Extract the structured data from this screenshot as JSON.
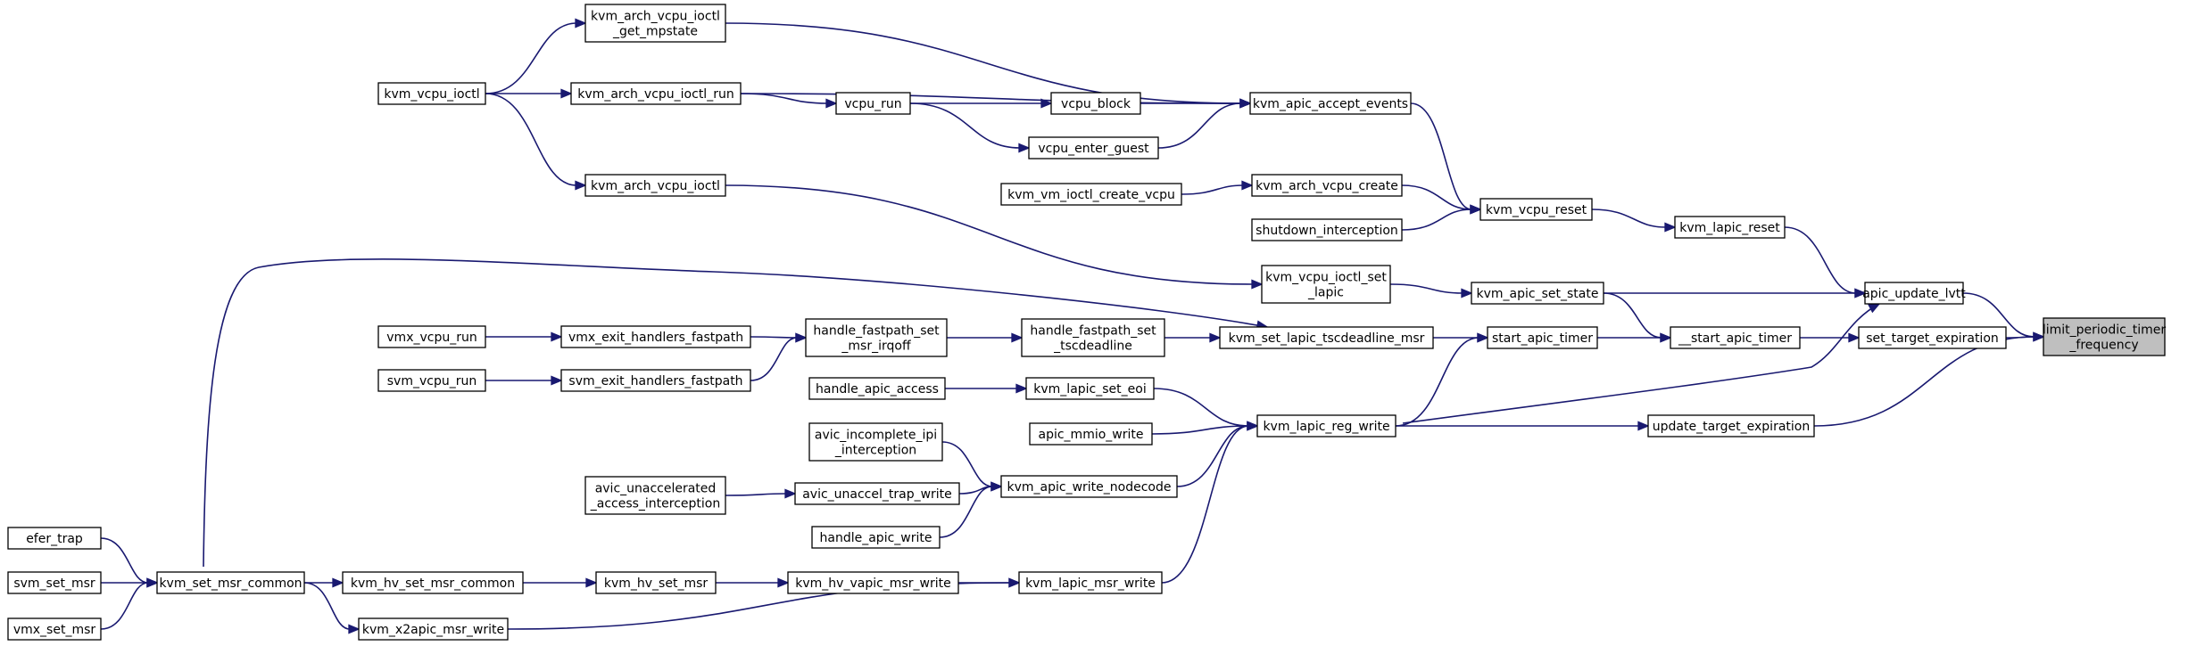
{
  "graph": {
    "root": "limit_periodic_timer_frequency",
    "colors": {
      "edge": "#191970",
      "node_border": "#000000",
      "root_fill": "#bfbfbf",
      "node_fill": "#ffffff"
    },
    "nodes": [
      {
        "id": "limit_periodic_timer_frequency",
        "lines": [
          "limit_periodic_timer",
          "_frequency"
        ],
        "root": true
      },
      {
        "id": "apic_update_lvtt",
        "lines": [
          "apic_update_lvtt"
        ]
      },
      {
        "id": "set_target_expiration",
        "lines": [
          "set_target_expiration"
        ]
      },
      {
        "id": "update_target_expiration",
        "lines": [
          "update_target_expiration"
        ]
      },
      {
        "id": "kvm_lapic_reset",
        "lines": [
          "kvm_lapic_reset"
        ]
      },
      {
        "id": "__start_apic_timer",
        "lines": [
          "__start_apic_timer"
        ]
      },
      {
        "id": "kvm_vcpu_reset",
        "lines": [
          "kvm_vcpu_reset"
        ]
      },
      {
        "id": "kvm_apic_set_state",
        "lines": [
          "kvm_apic_set_state"
        ]
      },
      {
        "id": "start_apic_timer",
        "lines": [
          "start_apic_timer"
        ]
      },
      {
        "id": "kvm_apic_accept_events",
        "lines": [
          "kvm_apic_accept_events"
        ]
      },
      {
        "id": "kvm_arch_vcpu_create",
        "lines": [
          "kvm_arch_vcpu_create"
        ]
      },
      {
        "id": "shutdown_interception",
        "lines": [
          "shutdown_interception"
        ]
      },
      {
        "id": "kvm_vcpu_ioctl_set_lapic",
        "lines": [
          "kvm_vcpu_ioctl_set",
          "_lapic"
        ]
      },
      {
        "id": "kvm_set_lapic_tscdeadline_msr",
        "lines": [
          "kvm_set_lapic_tscdeadline_msr"
        ]
      },
      {
        "id": "kvm_lapic_reg_write",
        "lines": [
          "kvm_lapic_reg_write"
        ]
      },
      {
        "id": "kvm_arch_vcpu_ioctl_get_mpstate",
        "lines": [
          "kvm_arch_vcpu_ioctl",
          "_get_mpstate"
        ]
      },
      {
        "id": "kvm_arch_vcpu_ioctl_run",
        "lines": [
          "kvm_arch_vcpu_ioctl_run"
        ]
      },
      {
        "id": "vcpu_block",
        "lines": [
          "vcpu_block"
        ]
      },
      {
        "id": "vcpu_enter_guest",
        "lines": [
          "vcpu_enter_guest"
        ]
      },
      {
        "id": "vcpu_run",
        "lines": [
          "vcpu_run"
        ]
      },
      {
        "id": "kvm_vcpu_ioctl",
        "lines": [
          "kvm_vcpu_ioctl"
        ]
      },
      {
        "id": "kvm_vm_ioctl_create_vcpu",
        "lines": [
          "kvm_vm_ioctl_create_vcpu"
        ]
      },
      {
        "id": "kvm_arch_vcpu_ioctl",
        "lines": [
          "kvm_arch_vcpu_ioctl"
        ]
      },
      {
        "id": "handle_fastpath_set_tscdeadline",
        "lines": [
          "handle_fastpath_set",
          "_tscdeadline"
        ]
      },
      {
        "id": "handle_fastpath_set_msr_irqoff",
        "lines": [
          "handle_fastpath_set",
          "_msr_irqoff"
        ]
      },
      {
        "id": "vmx_exit_handlers_fastpath",
        "lines": [
          "vmx_exit_handlers_fastpath"
        ]
      },
      {
        "id": "svm_exit_handlers_fastpath",
        "lines": [
          "svm_exit_handlers_fastpath"
        ]
      },
      {
        "id": "vmx_vcpu_run",
        "lines": [
          "vmx_vcpu_run"
        ]
      },
      {
        "id": "svm_vcpu_run",
        "lines": [
          "svm_vcpu_run"
        ]
      },
      {
        "id": "kvm_lapic_set_eoi",
        "lines": [
          "kvm_lapic_set_eoi"
        ]
      },
      {
        "id": "handle_apic_access",
        "lines": [
          "handle_apic_access"
        ]
      },
      {
        "id": "apic_mmio_write",
        "lines": [
          "apic_mmio_write"
        ]
      },
      {
        "id": "kvm_apic_write_nodecode",
        "lines": [
          "kvm_apic_write_nodecode"
        ]
      },
      {
        "id": "avic_incomplete_ipi_interception",
        "lines": [
          "avic_incomplete_ipi",
          "_interception"
        ]
      },
      {
        "id": "avic_unaccel_trap_write",
        "lines": [
          "avic_unaccel_trap_write"
        ]
      },
      {
        "id": "avic_unaccelerated_access_interception",
        "lines": [
          "avic_unaccelerated",
          "_access_interception"
        ]
      },
      {
        "id": "handle_apic_write",
        "lines": [
          "handle_apic_write"
        ]
      },
      {
        "id": "kvm_lapic_msr_write",
        "lines": [
          "kvm_lapic_msr_write"
        ]
      },
      {
        "id": "kvm_hv_vapic_msr_write",
        "lines": [
          "kvm_hv_vapic_msr_write"
        ]
      },
      {
        "id": "kvm_hv_set_msr",
        "lines": [
          "kvm_hv_set_msr"
        ]
      },
      {
        "id": "kvm_hv_set_msr_common",
        "lines": [
          "kvm_hv_set_msr_common"
        ]
      },
      {
        "id": "kvm_set_msr_common",
        "lines": [
          "kvm_set_msr_common"
        ]
      },
      {
        "id": "kvm_x2apic_msr_write",
        "lines": [
          "kvm_x2apic_msr_write"
        ]
      },
      {
        "id": "efer_trap",
        "lines": [
          "efer_trap"
        ]
      },
      {
        "id": "svm_set_msr",
        "lines": [
          "svm_set_msr"
        ]
      },
      {
        "id": "vmx_set_msr",
        "lines": [
          "vmx_set_msr"
        ]
      }
    ],
    "edges": [
      [
        "limit_periodic_timer_frequency",
        "apic_update_lvtt"
      ],
      [
        "limit_periodic_timer_frequency",
        "set_target_expiration"
      ],
      [
        "limit_periodic_timer_frequency",
        "update_target_expiration"
      ],
      [
        "apic_update_lvtt",
        "kvm_lapic_reset"
      ],
      [
        "apic_update_lvtt",
        "kvm_apic_set_state"
      ],
      [
        "apic_update_lvtt",
        "kvm_lapic_reg_write"
      ],
      [
        "set_target_expiration",
        "__start_apic_timer"
      ],
      [
        "update_target_expiration",
        "kvm_lapic_reg_write"
      ],
      [
        "kvm_lapic_reset",
        "kvm_vcpu_reset"
      ],
      [
        "__start_apic_timer",
        "kvm_apic_set_state"
      ],
      [
        "__start_apic_timer",
        "start_apic_timer"
      ],
      [
        "kvm_vcpu_reset",
        "kvm_apic_accept_events"
      ],
      [
        "kvm_vcpu_reset",
        "kvm_arch_vcpu_create"
      ],
      [
        "kvm_vcpu_reset",
        "shutdown_interception"
      ],
      [
        "kvm_apic_set_state",
        "kvm_vcpu_ioctl_set_lapic"
      ],
      [
        "start_apic_timer",
        "kvm_set_lapic_tscdeadline_msr"
      ],
      [
        "start_apic_timer",
        "kvm_lapic_reg_write"
      ],
      [
        "kvm_apic_accept_events",
        "kvm_arch_vcpu_ioctl_get_mpstate"
      ],
      [
        "kvm_apic_accept_events",
        "kvm_arch_vcpu_ioctl_run"
      ],
      [
        "kvm_apic_accept_events",
        "vcpu_block"
      ],
      [
        "kvm_apic_accept_events",
        "vcpu_enter_guest"
      ],
      [
        "vcpu_block",
        "vcpu_run"
      ],
      [
        "vcpu_enter_guest",
        "vcpu_run"
      ],
      [
        "vcpu_run",
        "kvm_arch_vcpu_ioctl_run"
      ],
      [
        "kvm_arch_vcpu_ioctl_get_mpstate",
        "kvm_vcpu_ioctl"
      ],
      [
        "kvm_arch_vcpu_ioctl_run",
        "kvm_vcpu_ioctl"
      ],
      [
        "kvm_arch_vcpu_create",
        "kvm_vm_ioctl_create_vcpu"
      ],
      [
        "kvm_vcpu_ioctl_set_lapic",
        "kvm_arch_vcpu_ioctl"
      ],
      [
        "kvm_arch_vcpu_ioctl",
        "kvm_vcpu_ioctl"
      ],
      [
        "kvm_set_lapic_tscdeadline_msr",
        "handle_fastpath_set_tscdeadline"
      ],
      [
        "kvm_set_lapic_tscdeadline_msr",
        "kvm_set_msr_common"
      ],
      [
        "handle_fastpath_set_tscdeadline",
        "handle_fastpath_set_msr_irqoff"
      ],
      [
        "handle_fastpath_set_msr_irqoff",
        "vmx_exit_handlers_fastpath"
      ],
      [
        "handle_fastpath_set_msr_irqoff",
        "svm_exit_handlers_fastpath"
      ],
      [
        "vmx_exit_handlers_fastpath",
        "vmx_vcpu_run"
      ],
      [
        "svm_exit_handlers_fastpath",
        "svm_vcpu_run"
      ],
      [
        "kvm_lapic_reg_write",
        "kvm_lapic_set_eoi"
      ],
      [
        "kvm_lapic_reg_write",
        "apic_mmio_write"
      ],
      [
        "kvm_lapic_reg_write",
        "kvm_apic_write_nodecode"
      ],
      [
        "kvm_lapic_reg_write",
        "kvm_lapic_msr_write"
      ],
      [
        "kvm_lapic_set_eoi",
        "handle_apic_access"
      ],
      [
        "kvm_apic_write_nodecode",
        "avic_incomplete_ipi_interception"
      ],
      [
        "kvm_apic_write_nodecode",
        "avic_unaccel_trap_write"
      ],
      [
        "kvm_apic_write_nodecode",
        "handle_apic_write"
      ],
      [
        "avic_unaccel_trap_write",
        "avic_unaccelerated_access_interception"
      ],
      [
        "kvm_lapic_msr_write",
        "kvm_hv_vapic_msr_write"
      ],
      [
        "kvm_lapic_msr_write",
        "kvm_x2apic_msr_write"
      ],
      [
        "kvm_hv_vapic_msr_write",
        "kvm_hv_set_msr"
      ],
      [
        "kvm_hv_set_msr",
        "kvm_hv_set_msr_common"
      ],
      [
        "kvm_hv_set_msr_common",
        "kvm_set_msr_common"
      ],
      [
        "kvm_x2apic_msr_write",
        "kvm_set_msr_common"
      ],
      [
        "kvm_set_msr_common",
        "efer_trap"
      ],
      [
        "kvm_set_msr_common",
        "svm_set_msr"
      ],
      [
        "kvm_set_msr_common",
        "vmx_set_msr"
      ]
    ]
  }
}
